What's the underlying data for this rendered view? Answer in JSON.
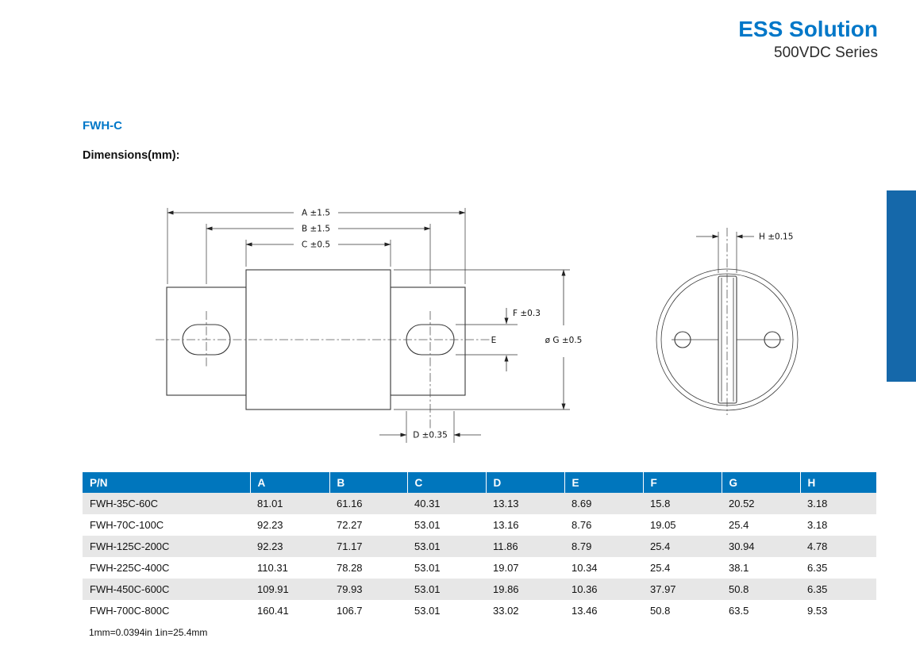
{
  "header": {
    "brand": "ESS Solution",
    "series": "500VDC Series"
  },
  "section": {
    "title": "FWH-C",
    "subtitle": "Dimensions(mm):"
  },
  "drawing": {
    "labels": {
      "a": "A ±1.5",
      "b": "B ±1.5",
      "c": "C ±0.5",
      "d": "D ±0.35",
      "e": "E",
      "f": "F ±0.3",
      "g": "ø G ±0.5",
      "h": "H ±0.15"
    }
  },
  "table": {
    "headers": [
      "P/N",
      "A",
      "B",
      "C",
      "D",
      "E",
      "F",
      "G",
      "H"
    ],
    "rows": [
      [
        "FWH-35C-60C",
        "81.01",
        "61.16",
        "40.31",
        "13.13",
        "8.69",
        "15.8",
        "20.52",
        "3.18"
      ],
      [
        "FWH-70C-100C",
        "92.23",
        "72.27",
        "53.01",
        "13.16",
        "8.76",
        "19.05",
        "25.4",
        "3.18"
      ],
      [
        "FWH-125C-200C",
        "92.23",
        "71.17",
        "53.01",
        "11.86",
        "8.79",
        "25.4",
        "30.94",
        "4.78"
      ],
      [
        "FWH-225C-400C",
        "110.31",
        "78.28",
        "53.01",
        "19.07",
        "10.34",
        "25.4",
        "38.1",
        "6.35"
      ],
      [
        "FWH-450C-600C",
        "109.91",
        "79.93",
        "53.01",
        "19.86",
        "10.36",
        "37.97",
        "50.8",
        "6.35"
      ],
      [
        "FWH-700C-800C",
        "160.41",
        "106.7",
        "53.01",
        "33.02",
        "13.46",
        "50.8",
        "63.5",
        "9.53"
      ]
    ],
    "note": "1mm=0.0394in 1in=25.4mm"
  },
  "colors": {
    "accent": "#0077c8",
    "table_header_bg": "#0076bd",
    "row_alt_bg": "#e7e7e7",
    "edge_tab_bg": "#1568aa"
  }
}
